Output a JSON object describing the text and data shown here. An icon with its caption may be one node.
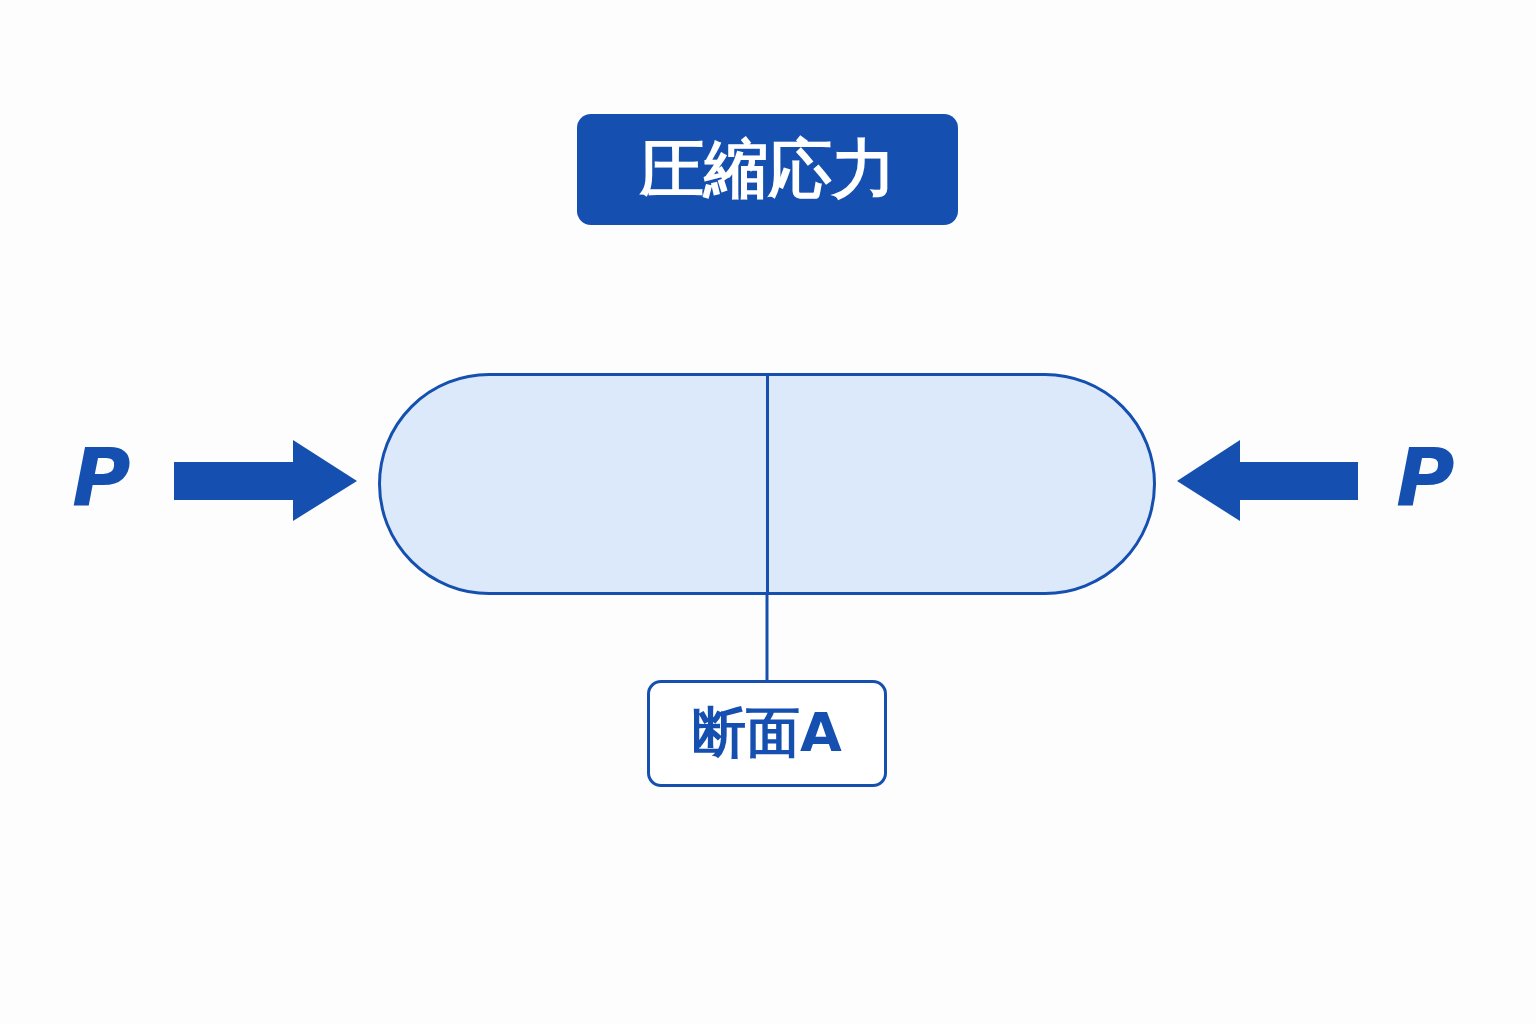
{
  "diagram": {
    "title": "圧縮応力",
    "nodes": [
      {
        "text": [],
        "shape": "capsule"
      },
      {
        "text": [],
        "shape": "line",
        "in": 0
      },
      {
        "text": [
          "断面A"
        ]
      }
    ],
    "edges": [
      {
        "from": 2,
        "to": 1,
        "arrow": "none"
      }
    ],
    "labels": [
      "P",
      "P"
    ]
  }
}
